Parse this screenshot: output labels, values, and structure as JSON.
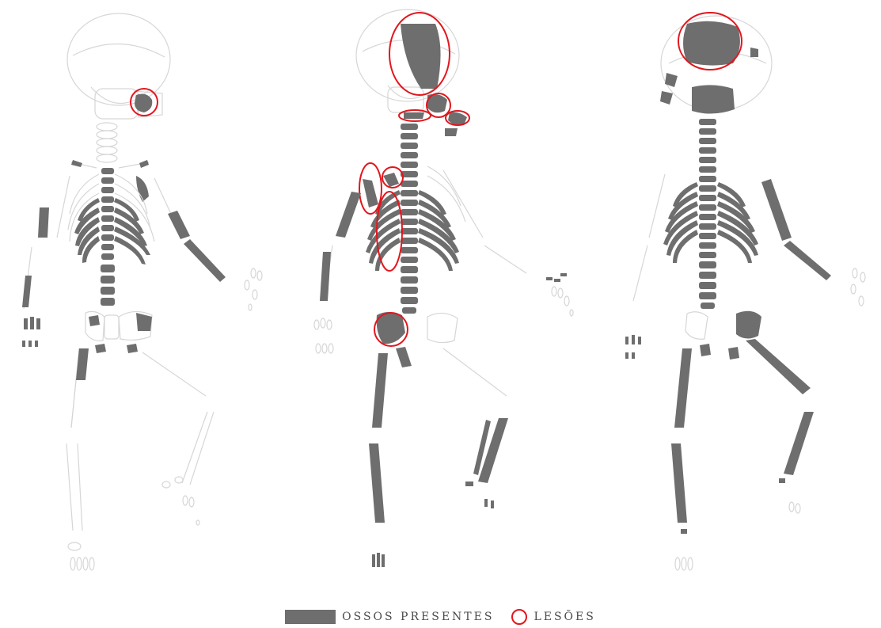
{
  "legend": {
    "present_label": "OSSOS PRESENTES",
    "lesion_label": "LESÕES"
  },
  "colors": {
    "bone_present": "#6e6e6e",
    "bone_outline": "#d6d6d6",
    "lesion": "#e2161d"
  },
  "skeletons": [
    {
      "id": "skeleton-1"
    },
    {
      "id": "skeleton-2"
    },
    {
      "id": "skeleton-3"
    }
  ]
}
